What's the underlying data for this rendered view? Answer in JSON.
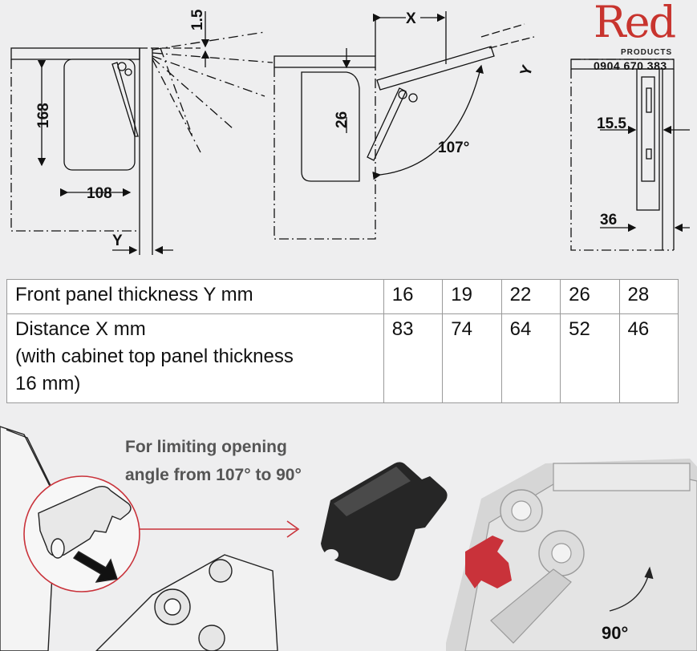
{
  "logo": {
    "brand": "Red",
    "subtitle": "PRODUCTS",
    "phone": "0904 670 383",
    "color": "#c8342e"
  },
  "drawing": {
    "dim_1_5": "1.5",
    "dim_168": "168",
    "dim_108": "108",
    "dim_y_left": "Y",
    "dim_x": "X",
    "dim_y_mid": "Y",
    "dim_26": "26",
    "dim_angle": "107°",
    "dim_15_5": "15.5",
    "dim_36": "36"
  },
  "table": {
    "row1": {
      "label": "Front panel thickness Y mm",
      "values": [
        "16",
        "19",
        "22",
        "26",
        "28"
      ]
    },
    "row2": {
      "label_lines": [
        "Distance X mm",
        "(with cabinet top panel thickness",
        "16 mm)"
      ],
      "values": [
        "83",
        "74",
        "64",
        "52",
        "46"
      ]
    }
  },
  "note": {
    "line1": "For limiting opening",
    "line2": "angle from 107°  to 90°"
  },
  "photo": {
    "angle_label": "90°",
    "accent_color": "#c9323a"
  }
}
